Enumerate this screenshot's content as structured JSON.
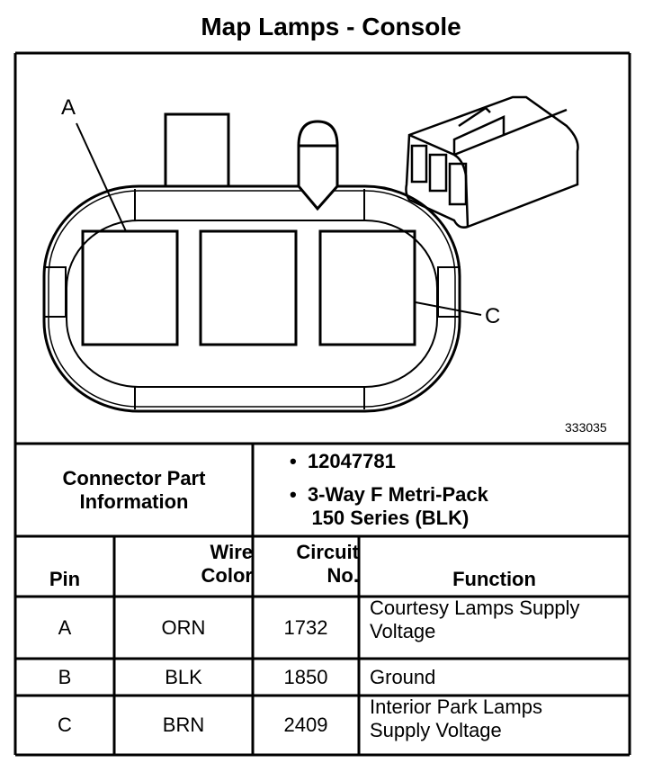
{
  "title": "Map Lamps - Console",
  "diagram": {
    "label_a": "A",
    "label_c": "C",
    "figure_number": "333035"
  },
  "connector_info": {
    "label": "Connector Part Information",
    "part_number": "12047781",
    "description_line1": "3-Way F Metri-Pack",
    "description_line2": "150 Series (BLK)"
  },
  "table": {
    "headers": {
      "pin": "Pin",
      "wire_color_1": "Wire",
      "wire_color_2": "Color",
      "circuit_1": "Circuit",
      "circuit_2": "No.",
      "function": "Function"
    },
    "rows": [
      {
        "pin": "A",
        "wire_color": "ORN",
        "circuit": "1732",
        "function_1": "Courtesy Lamps Supply",
        "function_2": "Voltage"
      },
      {
        "pin": "B",
        "wire_color": "BLK",
        "circuit": "1850",
        "function_1": "Ground",
        "function_2": ""
      },
      {
        "pin": "C",
        "wire_color": "BRN",
        "circuit": "2409",
        "function_1": "Interior Park Lamps",
        "function_2": "Supply Voltage"
      }
    ]
  }
}
